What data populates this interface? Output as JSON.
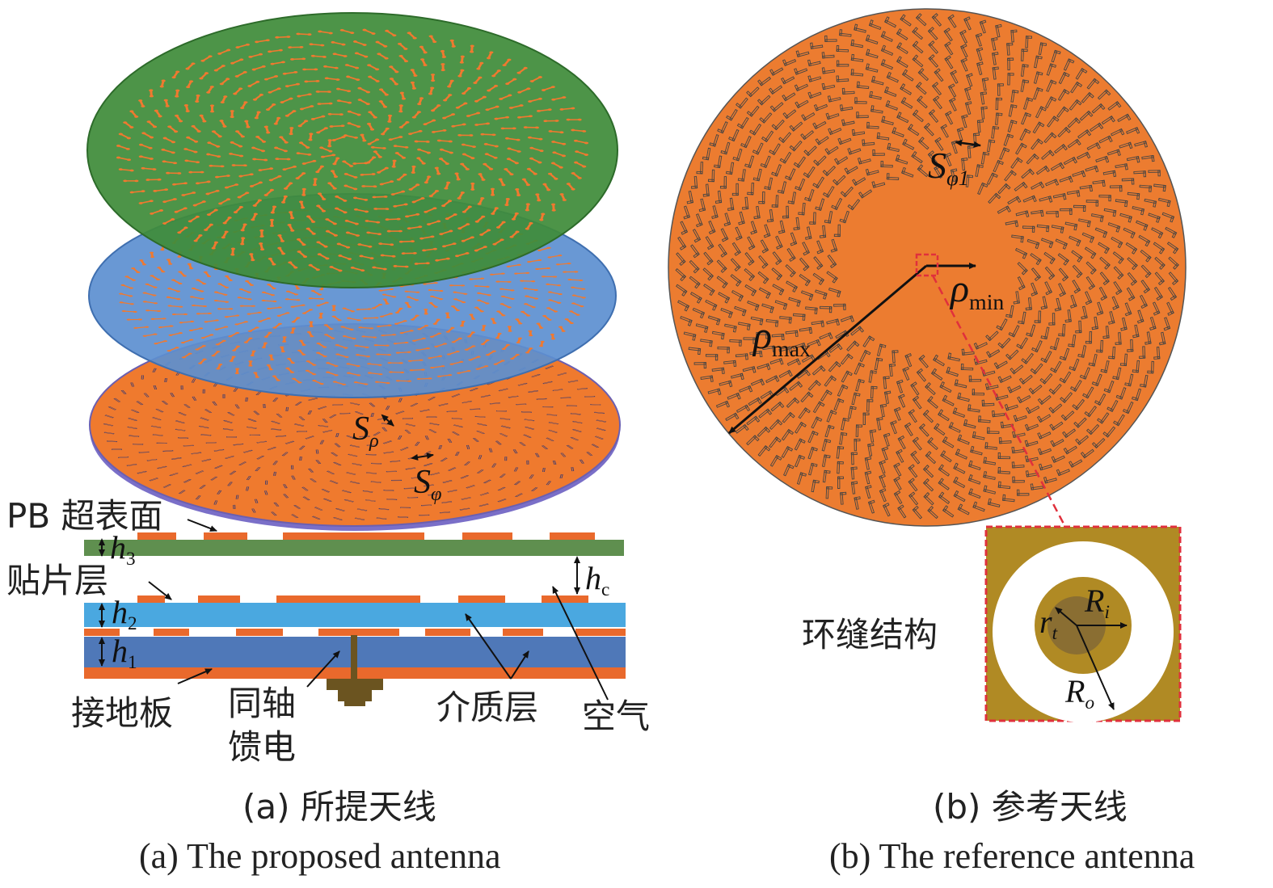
{
  "panel_a": {
    "labels": {
      "pb_metasurface": "PB 超表面",
      "patch_layer": "贴片层",
      "ground_plate": "接地板",
      "coax_feed_line1": "同轴",
      "coax_feed_line2": "馈电",
      "dielectric_layer": "介质层",
      "air": "空气"
    },
    "symbols": {
      "h3": {
        "main": "h",
        "sub": "3"
      },
      "h2": {
        "main": "h",
        "sub": "2"
      },
      "h1": {
        "main": "h",
        "sub": "1"
      },
      "hc": {
        "main": "h",
        "sub": "c"
      },
      "s_rho": {
        "main": "S",
        "sub": "ρ"
      },
      "s_phi": {
        "main": "S",
        "sub": "φ"
      }
    },
    "caption_cn": "(a) 所提天线",
    "caption_en": "(a) The proposed antenna"
  },
  "panel_b": {
    "labels": {
      "ring_slot_structure": "环缝结构"
    },
    "symbols": {
      "s_phi1": {
        "main": "S",
        "sub": "φ1"
      },
      "rho_min": {
        "main": "ρ",
        "sub": "min"
      },
      "rho_max": {
        "main": "ρ",
        "sub": "max"
      },
      "r_t": {
        "main": "r",
        "sub": "t"
      },
      "R_i": {
        "main": "R",
        "sub": "i"
      },
      "R_o": {
        "main": "R",
        "sub": "o"
      }
    },
    "caption_cn": "(b) 参考天线",
    "caption_en": "(b) The reference antenna"
  },
  "colors": {
    "green_layer": "#3f8c3a",
    "blue_layer": "#4f86c6",
    "orange_layer": "#ef7a2e",
    "copper": "#e9692c",
    "light_blue_substrate": "#4aa8e0",
    "dark_blue_substrate": "#4f78b8",
    "green_substrate": "#5f8f4f",
    "ring_gold": "#b08a24",
    "coax": "#6b5420",
    "guide_red": "#e0303c"
  }
}
